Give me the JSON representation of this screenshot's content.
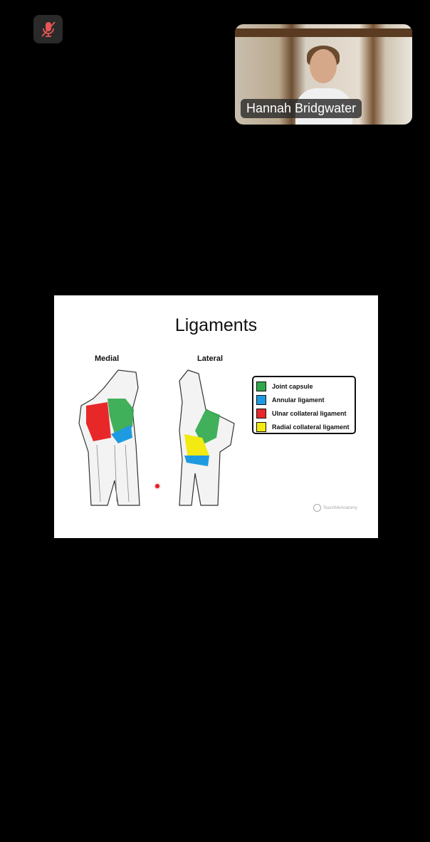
{
  "call": {
    "mic_state": "muted",
    "participant_name": "Hannah Bridgwater"
  },
  "slide": {
    "title": "Ligaments",
    "views": [
      "Medial",
      "Lateral"
    ],
    "legend": [
      {
        "label": "Joint capsule",
        "color": "#2ea84a"
      },
      {
        "label": "Annular ligament",
        "color": "#1e9be0"
      },
      {
        "label": "Ulnar collateral ligament",
        "color": "#e82828"
      },
      {
        "label": "Radial collateral ligament",
        "color": "#f2ea10"
      }
    ],
    "watermark": "TeachMeAnatomy"
  }
}
